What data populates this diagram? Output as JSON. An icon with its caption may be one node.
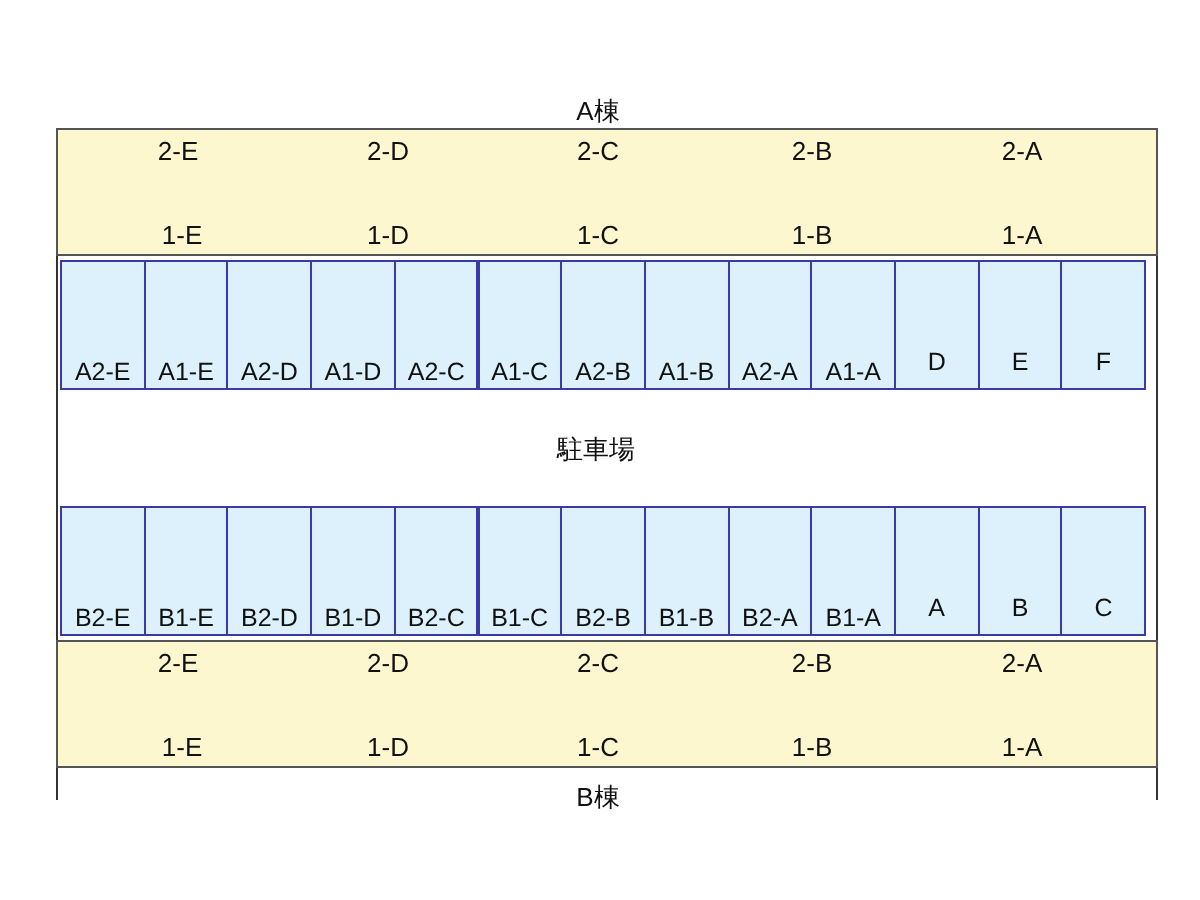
{
  "diagram": {
    "nodes": [
      {
        "text": [
          "A棟",
          "2-E",
          "2-D",
          "2-C",
          "2-B",
          "2-A",
          "1-E",
          "1-D",
          "1-C",
          "1-B",
          "1-A"
        ]
      },
      {
        "text": [
          "A2-E"
        ]
      },
      {
        "text": [
          "A1-E"
        ]
      },
      {
        "text": [
          "A2-D"
        ]
      },
      {
        "text": [
          "A1-D"
        ]
      },
      {
        "text": [
          "A2-C"
        ]
      },
      {
        "text": [
          "A1-C"
        ]
      },
      {
        "text": [
          "A2-B"
        ]
      },
      {
        "text": [
          "A1-B"
        ]
      },
      {
        "text": [
          "A2-A"
        ]
      },
      {
        "text": [
          "A1-A"
        ]
      },
      {
        "text": [
          "D"
        ]
      },
      {
        "text": [
          "E"
        ]
      },
      {
        "text": [
          "F"
        ]
      },
      {
        "text": [
          "B2-E"
        ]
      },
      {
        "text": [
          "B1-E"
        ]
      },
      {
        "text": [
          "B2-D"
        ]
      },
      {
        "text": [
          "B1-D"
        ]
      },
      {
        "text": [
          "B2-C"
        ]
      },
      {
        "text": [
          "B1-C"
        ]
      },
      {
        "text": [
          "B2-B"
        ]
      },
      {
        "text": [
          "B1-B"
        ]
      },
      {
        "text": [
          "B2-A"
        ]
      },
      {
        "text": [
          "B1-A"
        ]
      },
      {
        "text": [
          "A"
        ]
      },
      {
        "text": [
          "B"
        ]
      },
      {
        "text": [
          "C"
        ]
      },
      {
        "text": [
          "B棟",
          "2-E",
          "2-D",
          "2-C",
          "2-B",
          "2-A",
          "1-E",
          "1-D",
          "1-C",
          "1-B",
          "1-A"
        ]
      }
    ],
    "edges": [],
    "labels": [
      "駐車場"
    ]
  }
}
